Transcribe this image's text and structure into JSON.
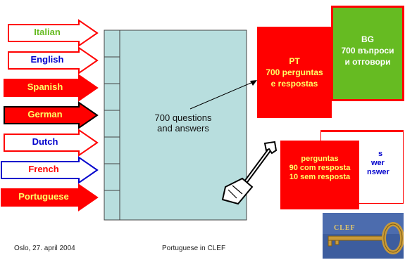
{
  "colors": {
    "red": "#ff0000",
    "green": "#66bb22",
    "blue": "#0000cc",
    "light_blue_doc": "#b8dede",
    "key_bg": "#4f6fb0"
  },
  "languages": [
    {
      "label": "Italian",
      "text_color": "#66bb22",
      "fill": "#ffffff",
      "stroke": "#ff0000"
    },
    {
      "label": "English",
      "text_color": "#0000cc",
      "fill": "#ffffff",
      "stroke": "#ff0000"
    },
    {
      "label": "Spanish",
      "text_color": "#ffff66",
      "fill": "#ff0000",
      "stroke": "#ff0000"
    },
    {
      "label": "German",
      "text_color": "#ffff66",
      "fill": "#ff0000",
      "stroke": "#000000"
    },
    {
      "label": "Dutch",
      "text_color": "#0000cc",
      "fill": "#ffffff",
      "stroke": "#ff0000"
    },
    {
      "label": "French",
      "text_color": "#ff0000",
      "fill": "#ffffff",
      "stroke": "#0000cc"
    },
    {
      "label": "Portuguese",
      "text_color": "#ffff66",
      "fill": "#ff0000",
      "stroke": "#ff0000"
    }
  ],
  "document": {
    "line1": "700 questions",
    "line2": "and answers"
  },
  "pt_box": {
    "line1": "PT",
    "line2": "700 perguntas",
    "line3": "e respostas"
  },
  "bg_box": {
    "line1": "BG",
    "line2": "700 въпроси",
    "line3": "и  отговори"
  },
  "back_box": {
    "line1": "s",
    "line2": "wer",
    "line3": "nswer"
  },
  "perguntas_box": {
    "line1": "perguntas",
    "line2": "90 com resposta",
    "line3": "10 sem resposta"
  },
  "footer": {
    "left": "Oslo, 27. april 2004",
    "center": "Portuguese in CLEF"
  },
  "key_logo": {
    "text": "CLEF"
  },
  "icons": {
    "shovel": "shovel-icon",
    "key": "key-icon"
  }
}
